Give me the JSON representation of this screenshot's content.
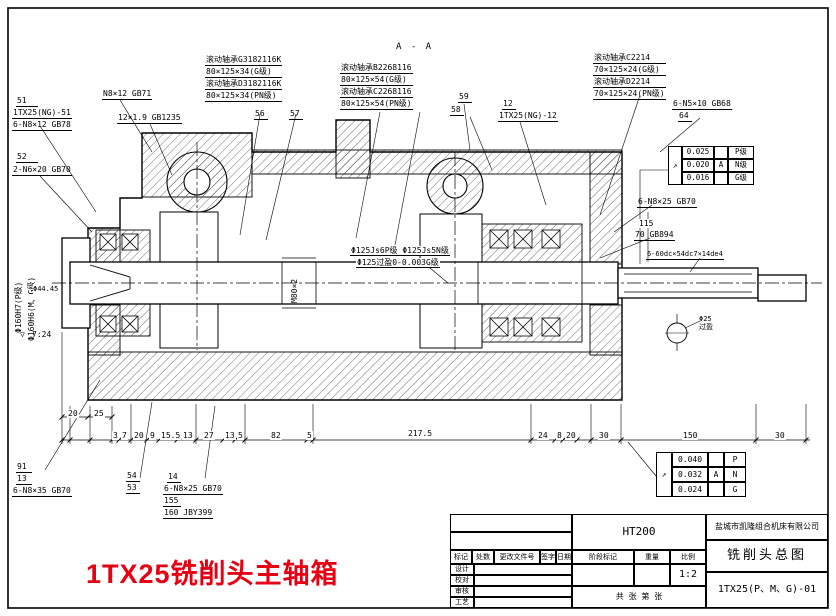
{
  "page": {
    "section_label": "A - A",
    "caption": "1TX25铣削头主轴箱",
    "taper_symbol": "▽"
  },
  "bearings": {
    "b1a_name": "滚动轴承G3182116K",
    "b1a_spec": "80×125×34(G级)",
    "b1b_name": "滚动轴承D3182116K",
    "b1b_spec": "80×125×34(PN级)",
    "b2a_name": "滚动轴承B2268116",
    "b2a_spec": "80×125×54(G级)",
    "b2b_name": "滚动轴承C2268116",
    "b2b_spec": "80×125×54(PN级)",
    "b3a_name": "滚动轴承C2214",
    "b3a_spec": "70×125×24(G级)",
    "b3b_name": "滚动轴承D2214",
    "b3b_spec": "70×125×24(PN级)"
  },
  "callouts": {
    "num51": "51",
    "part51": "1TX25(NG)-51",
    "bolt51": "6-N8×12 GB78",
    "key_gb71": "N8×12 GB71",
    "pin_gb1235": "12×1.9 GB1235",
    "num52": "52",
    "bolt52": "2-N6×20 GB70",
    "num56": "56",
    "num57": "57",
    "num59": "59",
    "num58": "58",
    "num12": "12",
    "part12": "1TX25(NG)-12",
    "screw_gb68": "6-N5×10 GB68",
    "num64": "64",
    "bolt_right": "6-N8×25 GB70",
    "washer_gb894": "70 GB894",
    "spline": "6-60dc×54dc7×14de4",
    "phi25a": "Φ25",
    "phi25b": "过盈",
    "fit1": "Φ125Js6P级 Φ125Js5N级",
    "fit2": "Φ125过盈0-0.003G级",
    "m80": "M80×2",
    "phi160_p": "Φ160H7(P级)",
    "phi160_mg": "Φ160H6(M、G级)",
    "phi44": "Φ44.45",
    "taper": "7:24",
    "num91": "91",
    "num13": "13",
    "bolt91": "6-N8×35 GB70",
    "num54": "54",
    "num53": "53",
    "num14": "14",
    "bolt14": "6-N8×25 GB70",
    "num155": "155",
    "belt": "160 JBY399"
  },
  "tol_top": {
    "sym": "↗",
    "v1": "0.025",
    "g1": "P级",
    "v2": "0.020",
    "d2": "A",
    "g2": "N级",
    "v3": "0.016",
    "g3": "G级"
  },
  "tol_bot": {
    "sym": "↗",
    "v1": "0.040",
    "g1": "P",
    "v2": "0.032",
    "d2": "A",
    "g2": "N",
    "v3": "0.024",
    "g3": "G"
  },
  "dims": {
    "row1": [
      "20",
      "25"
    ],
    "chain": [
      "3",
      "7",
      "20",
      "9",
      "15.5",
      "13",
      "27",
      "13",
      "5",
      "82",
      "5"
    ],
    "long_dim": "217.5",
    "right_chain": [
      "24",
      "8",
      "20",
      "30"
    ],
    "d150": "150",
    "d30": "30",
    "d115": "115"
  },
  "titleblock": {
    "material": "HT200",
    "company": "盐城市凯隆组合机床有限公司",
    "title": "铣削头总图",
    "number": "1TX25(P、M、G)-01",
    "scale_value": "1:2",
    "rev_headers": [
      "标记",
      "处数",
      "更改文件号",
      "签字",
      "日期"
    ],
    "roles": [
      "设计",
      "校对",
      "审核",
      "工艺"
    ],
    "stage": "阶段标记",
    "weight": "重量",
    "scale_label": "比例",
    "sheet": "共 张 第 张"
  }
}
